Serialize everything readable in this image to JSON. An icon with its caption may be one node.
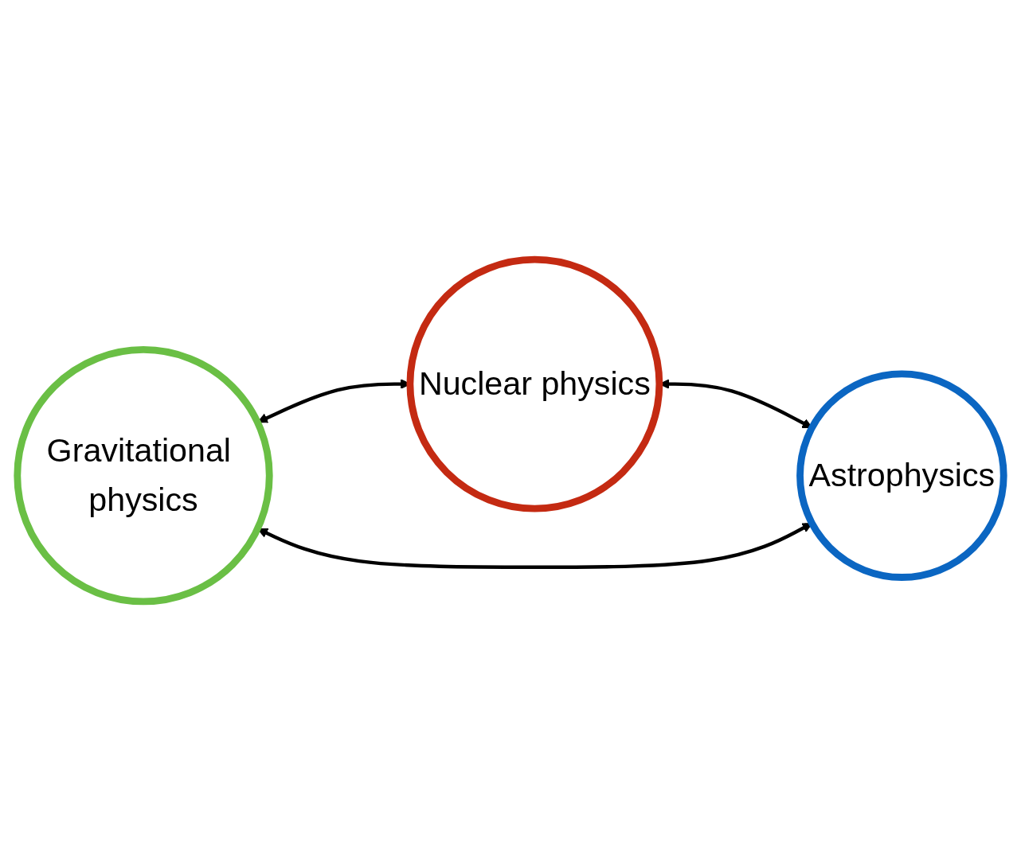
{
  "diagram": {
    "nodes": [
      {
        "text": [
          "Gravitational physics"
        ]
      },
      {
        "text": [
          "Nuclear physics"
        ]
      },
      {
        "text": [
          "Astrophysics"
        ]
      }
    ],
    "edges": [
      {
        "from": 0,
        "to": 1,
        "arrow": "both"
      },
      {
        "from": 1,
        "to": 2,
        "arrow": "both"
      },
      {
        "from": 0,
        "to": 2,
        "arrow": "both"
      }
    ]
  }
}
